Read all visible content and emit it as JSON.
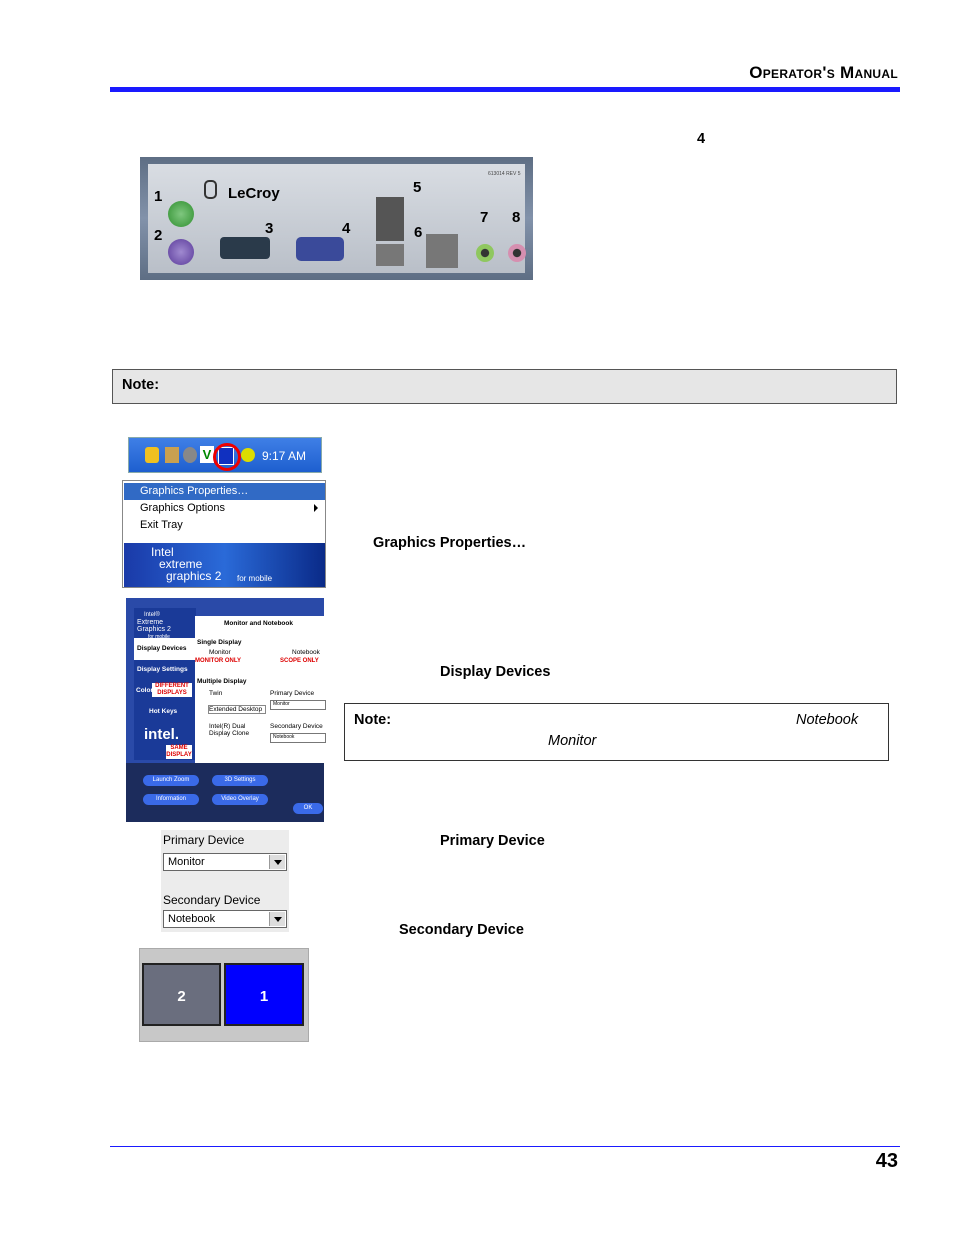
{
  "header": {
    "title": "Operator's Manual"
  },
  "footer": {
    "page_number": "43"
  },
  "text": {
    "top_ref": "4",
    "graphics_properties": "Graphics Properties…",
    "display_devices": "Display Devices",
    "primary_device": "Primary Device",
    "secondary_device": "Secondary Device"
  },
  "note1": {
    "label": "Note:"
  },
  "note2": {
    "label": "Note:",
    "italic1": "Notebook",
    "italic2": "Monitor"
  },
  "back_panel": {
    "brand": "LeCroy",
    "rev": "613014 REV 5",
    "port_numbers": [
      "1",
      "2",
      "3",
      "4",
      "5",
      "6",
      "7",
      "8"
    ]
  },
  "tray": {
    "time": "9:17 AM"
  },
  "context_menu": {
    "items": [
      "Graphics Properties…",
      "Graphics Options",
      "Exit Tray"
    ],
    "banner_line1": "Intel",
    "banner_line2": "extreme",
    "banner_line3": "graphics 2",
    "banner_line3_small": "for mobile"
  },
  "dialog": {
    "brand_lines": [
      "Intel®",
      "Extreme",
      "Graphics 2",
      "for mobile"
    ],
    "tabs": [
      "Display Devices",
      "Display Settings",
      "Color",
      "Hot Keys"
    ],
    "heading": "Monitor and Notebook",
    "single_display": "Single Display",
    "opt_monitor": "Monitor",
    "opt_notebook": "Notebook",
    "monitor_only": "MONITOR ONLY",
    "scope_only": "SCOPE ONLY",
    "multiple_display": "Multiple Display",
    "opt_twin": "Twin",
    "opt_extended": "Extended Desktop",
    "opt_clone": "Intel(R) Dual Display Clone",
    "primary_label": "Primary Device",
    "primary_value": "Monitor",
    "secondary_label": "Secondary Device",
    "secondary_value": "Notebook",
    "different_displays": "DIFFERENT DISPLAYS",
    "same_display": "SAME DISPLAY",
    "intel_logo": "intel.",
    "buttons": [
      "Launch Zoom",
      "3D Settings",
      "Information",
      "Video Overlay",
      "OK"
    ]
  },
  "device_panel": {
    "primary_label": "Primary Device",
    "primary_value": "Monitor",
    "secondary_label": "Secondary Device",
    "secondary_value": "Notebook"
  },
  "displays": {
    "left": "2",
    "right": "1"
  },
  "colors": {
    "rule": "#1a1aff",
    "selection": "#316ac5",
    "display1": "#0000ff",
    "display2": "#6a6e7e"
  }
}
